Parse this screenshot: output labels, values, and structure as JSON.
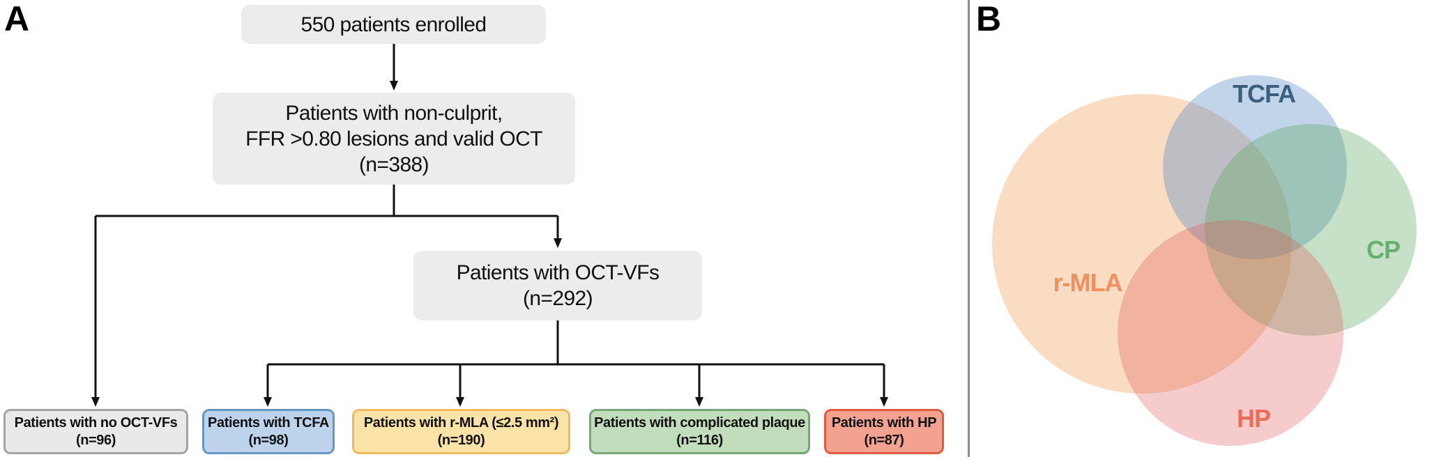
{
  "panels": {
    "a_label": "A",
    "b_label": "B"
  },
  "flowchart": {
    "enrolled": {
      "text": "550 patients enrolled"
    },
    "valid_oct": {
      "l1": "Patients with non-culprit,",
      "l2": "FFR >0.80 lesions and valid OCT",
      "l3": "(n=388)"
    },
    "oct_vfs": {
      "l1": "Patients with OCT-VFs",
      "l2": "(n=292)"
    },
    "no_oct_vfs": {
      "l1": "Patients with no OCT-VFs",
      "l2": "(n=96)"
    },
    "tcfa": {
      "l1": "Patients with TCFA",
      "l2": "(n=98)"
    },
    "rmla": {
      "l1": "Patients with r-MLA (≤2.5 mm²)",
      "l2": "(n=190)"
    },
    "complicated_plaque": {
      "l1": "Patients with complicated plaque",
      "l2": "(n=116)"
    },
    "hp": {
      "l1": "Patients with HP",
      "l2": "(n=87)"
    }
  },
  "venn": {
    "sets": [
      {
        "id": "rmla",
        "label": "r-MLA",
        "fill": "#ED9140",
        "label_color": "#F0905E"
      },
      {
        "id": "tcfa",
        "label": "TCFA",
        "fill": "#5B8DC4",
        "label_color": "#3A5F7E"
      },
      {
        "id": "cp",
        "label": "CP",
        "fill": "#59A85B",
        "label_color": "#68B06C"
      },
      {
        "id": "hp",
        "label": "HP",
        "fill": "#E05252",
        "label_color": "#ED6B5B"
      }
    ]
  },
  "colors": {
    "flow_box_fill": "#ECECEC",
    "leaf_gray_fill": "#E9E9E9",
    "leaf_gray_border": "#A3A3A3",
    "leaf_blue_fill": "#BDD3EB",
    "leaf_blue_border": "#6497C4",
    "leaf_yellow_fill": "#FBE3A7",
    "leaf_yellow_border": "#EFB95F",
    "leaf_green_fill": "#C2DDBC",
    "leaf_green_border": "#74A877",
    "leaf_red_fill": "#F2A28F",
    "leaf_red_border": "#E45A41",
    "connector": "#111111",
    "divider": "#8C8C8C"
  }
}
